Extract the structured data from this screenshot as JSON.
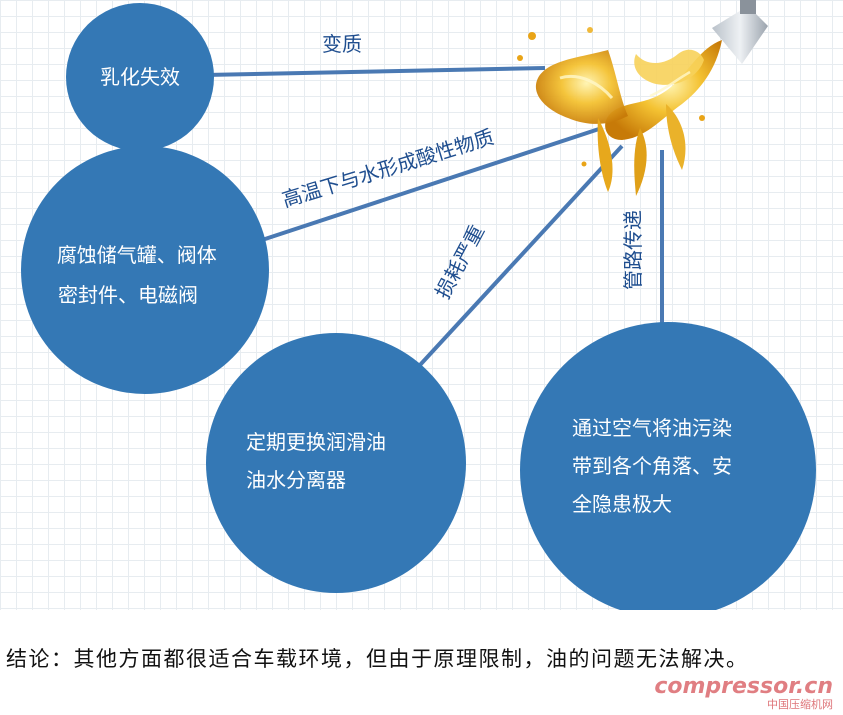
{
  "nodes": {
    "emulsify": {
      "lines": [
        "乳化失效"
      ]
    },
    "corrode": {
      "lines": [
        "腐蚀储气罐、阀体",
        "密封件、电磁阀"
      ]
    },
    "replace": {
      "lines": [
        "定期更换润滑油",
        "油水分离器"
      ]
    },
    "spread": {
      "lines": [
        "通过空气将油污染",
        "带到各个角落、安",
        "全隐患极大"
      ]
    }
  },
  "edges": {
    "deteriorate": "变质",
    "acid": "高温下与水形成酸性物质",
    "wear": "损耗严重",
    "pipe": "管路传递"
  },
  "conclusion": "结论：其他方面都很适合车载环境，但由于原理限制，油的问题无法解决。",
  "watermark": {
    "brand": "compressor.cn",
    "subtitle": "中国压缩机网"
  },
  "colors": {
    "circle": "#3478b5",
    "edge_text": "#1f4e8f",
    "oil": "#e9a417",
    "watermark": "#c8161d"
  }
}
